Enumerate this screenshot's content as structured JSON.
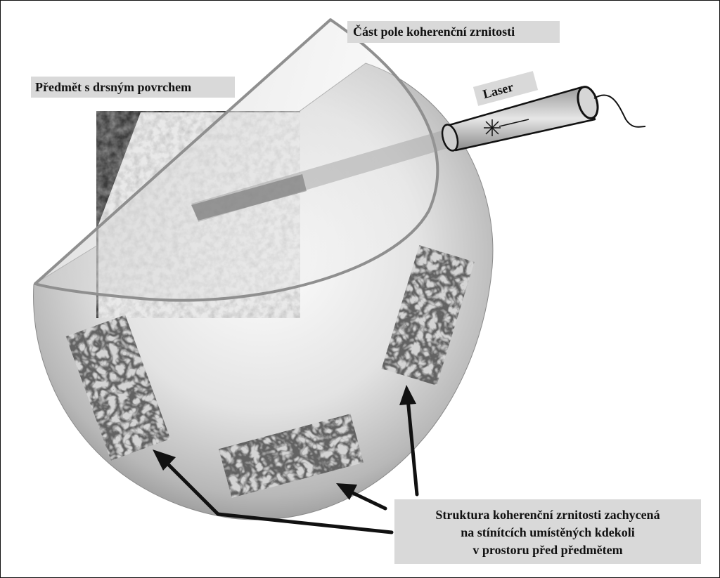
{
  "labels": {
    "object": "Předmět s drsným povrchem",
    "field": "Část pole koherenční zrnitosti",
    "laser": "Laser",
    "structure_line1": "Struktura koherenční zrnitosti  zachycená",
    "structure_line2": "na stínítcích  umístěných kdekoli",
    "structure_line3": "v prostoru před předmětem"
  },
  "colors": {
    "background": "#ffffff",
    "label_background": "#d9d9d9",
    "sphere_light": "#ffffff",
    "sphere_dark": "#8f8f8f",
    "arrow": "#111111",
    "outline": "#8a8a8a"
  },
  "icons": {
    "laser": "laser-tube-icon",
    "arrows": "arrow-icon"
  }
}
